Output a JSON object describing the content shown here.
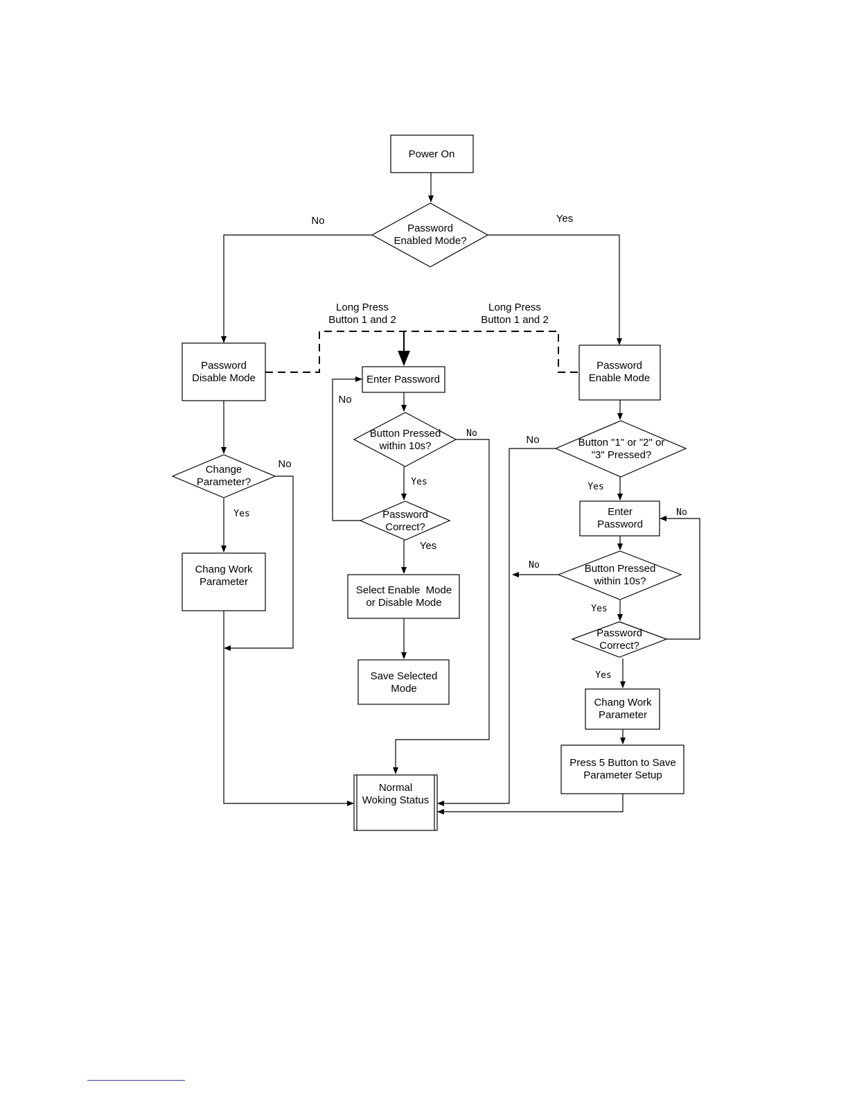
{
  "nodes": {
    "power_on": [
      "Power On"
    ],
    "password_enabled_mode": [
      "Password",
      "Enabled Mode?"
    ],
    "password_disable_mode": [
      "Password",
      "Disable Mode"
    ],
    "password_enable_mode": [
      "Password",
      "Enable Mode"
    ],
    "enter_password_center": [
      "Enter Password"
    ],
    "button_pressed_center": [
      "Button Pressed",
      "within 10s?"
    ],
    "password_correct_center": [
      "Password",
      "Correct?"
    ],
    "select_mode": [
      "Select Enable  Mode",
      "or Disable Mode"
    ],
    "save_selected_mode": [
      "Save Selected",
      "Mode"
    ],
    "change_parameter": [
      "Change",
      "Parameter?"
    ],
    "chang_work_left": [
      "Chang Work",
      "Parameter"
    ],
    "button_123_pressed": [
      "Button \"1\" or \"2\" or",
      "\"3\" Pressed?"
    ],
    "enter_password_right": [
      "Enter",
      "Password"
    ],
    "button_pressed_right": [
      "Button Pressed",
      "within 10s?"
    ],
    "password_correct_right": [
      "Password",
      "Correct?"
    ],
    "chang_work_right": [
      "Chang Work",
      "Parameter"
    ],
    "press_5_button": [
      "Press 5 Button to Save",
      "Parameter Setup"
    ],
    "normal_working_status": [
      "Normal",
      "Woking Status"
    ]
  },
  "edge_labels": {
    "top_no": "No",
    "top_yes": "Yes",
    "long_press_left": [
      "Long Press",
      "Button 1 and 2"
    ],
    "long_press_right": [
      "Long Press",
      "Button 1 and 2"
    ],
    "center_loop_no": "No",
    "center_button_no": "No",
    "center_button_yes": "Yes",
    "center_correct_yes": "Yes",
    "left_change_no": "No",
    "left_change_yes": "Yes",
    "right_button123_no": "No",
    "right_button123_yes": "Yes",
    "right_enter_no": "No",
    "right_button_no": "No",
    "right_button_yes": "Yes",
    "right_correct_yes": "Yes"
  }
}
